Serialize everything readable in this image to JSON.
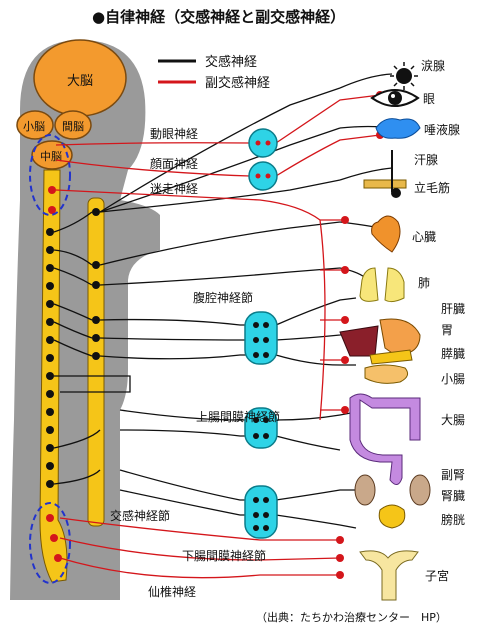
{
  "title": "●自律神経（交感神経と副交感神経）",
  "legend": [
    {
      "label": "交感神経",
      "color": "#111111"
    },
    {
      "label": "副交感神経",
      "color": "#d4161b"
    }
  ],
  "brain_labels": {
    "cerebrum": "大脳",
    "cerebellum": "小脳",
    "diencephalon": "間脳",
    "midbrain": "中脳"
  },
  "nerve_labels": {
    "oculomotor": "動眼神経",
    "facial": "顔面神経",
    "vagus": "迷走神経",
    "celiac": "腹腔神経節",
    "superior_mesenteric": "上腸間膜神経節",
    "sympathetic_ganglion": "交感神経節",
    "inferior_mesenteric": "下腸間膜神経節",
    "sacral": "仙椎神経"
  },
  "organ_labels": {
    "lacrimal": "涙腺",
    "eye": "眼",
    "salivary": "唾液腺",
    "sweat": "汗腺",
    "arrector": "立毛筋",
    "heart": "心臓",
    "lung": "肺",
    "liver": "肝臓",
    "stomach": "胃",
    "pancreas": "膵臓",
    "small_intestine": "小腸",
    "large_intestine": "大腸",
    "adrenal": "副腎",
    "kidney": "腎臓",
    "bladder": "膀胱",
    "uterus": "子宮"
  },
  "source": "（出典：たちかわ治療センター　HP）",
  "colors": {
    "body_gray": "#9a9a9a",
    "brain_orange": "#f39a2e",
    "spine_yellow": "#f5c518",
    "ganglion_cyan": "#2ed3e6",
    "sympathetic_black": "#111111",
    "parasympathetic_red": "#d4161b",
    "highlight_blue": "#2233cc"
  }
}
